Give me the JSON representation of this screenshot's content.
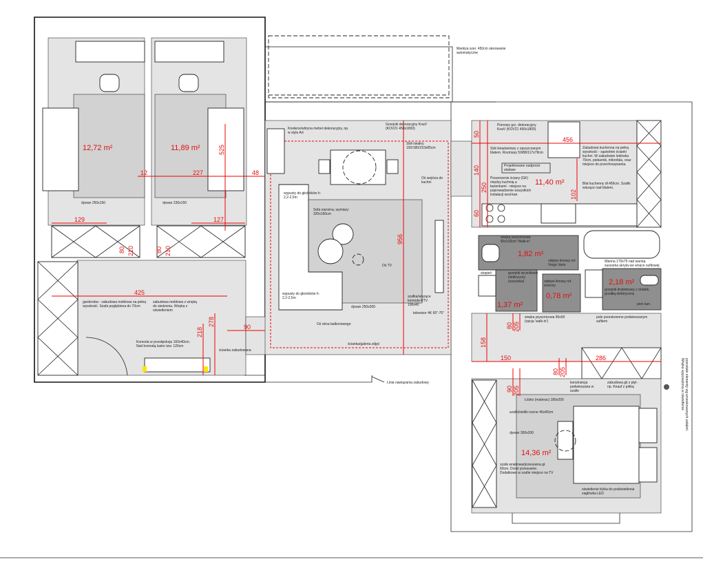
{
  "rooms": {
    "bedroom1_area": "12,72 m²",
    "bedroom2_area": "11,89 m²",
    "kitchen_area": "11,40 m²",
    "bathroom_small_area": "1,82 m²",
    "wc_area": "1,37 m²",
    "shower_area": "0,78 m²",
    "bathroom_area": "2,18 m²",
    "master_area": "14,36 m²"
  },
  "dimensions": {
    "d129": "129",
    "d127": "127",
    "d12": "12",
    "d227": "227",
    "d48": "48",
    "d525": "525",
    "d425": "425",
    "d218": "218",
    "d278": "278",
    "d90a": "90",
    "d80a": "80",
    "d210a": "210",
    "d80b": "80",
    "d210b": "210",
    "d456": "456",
    "d50": "50",
    "d140": "140",
    "d250": "250",
    "d102": "102",
    "d60": "60",
    "d956": "956",
    "d80c": "80",
    "d205a": "205",
    "d158": "158",
    "d150": "150",
    "d286": "286",
    "d90b": "90",
    "d205b": "205",
    "d80d": "80",
    "d205c": "205"
  },
  "notes": {
    "markiza": "Markiza szer. 450cm sterowanie automatyczne",
    "dywan1": "dywan 250x150",
    "dywan2": "dywan 230x150",
    "garderoba": "garderoba - zabudowa meblowa na pełną wysokość. Szafa pogłębiona do 70cm",
    "zabudowa_hall": "zabudowa meblowa z wnęką do siedzenia. Wnęka z oświetleniem",
    "komoda": "Komoda w przedpokoju 160x40cm. Nad komodą lustro tzw. 120cm",
    "scianka": "ścianka zabudowana",
    "linia": "Linia nawiązania zabudowy",
    "witryna": "Kredens/witryna mebel dekoracyjny, np. w stylu Art",
    "grzejnik_living": "Grzejnik dekoracyjny KoaV (KOV21 450x1800)",
    "stol": "Stół owalny 150/180/210x85cm",
    "wejscie_kuchnia": "Oś wejścia do kuchni",
    "wypusty1": "wypusty do głośników h: 2,2-2,5m",
    "sofa": "Sofa narożna, wymiary: 320x160cm",
    "wypusty2": "wypusty do głośników h: 2,2-2,5m",
    "os_tv": "Oś TV",
    "dywan_living": "dywan 250x300",
    "szafka_tv": "szafka/wiszące komoda RTV 196x40",
    "telewizor": "telewizor 4K 65\"-75\"",
    "os_okna": "Oś okna balkonowego",
    "galeria": "ścianka/galeria zdjęć",
    "grzejnik_kitchen": "Pionowy grz. dekoracyjny KoaV (KOV21 450x1800)",
    "stol_kitchen": "Stół śniadaniowy z opuszczanym blatem. Rozmiary 59/88/117x78cm",
    "nadproze": "Projektowane nadproże stalowe",
    "zabudowa_kuchni": "Zabudowa kuchenna na pełną wysokość - sąsiednie ścianki kuchni. W zabudowie lodówka 70cm, piekarnik, mikrofala, oraz miejsce do przechowywania.",
    "blat": "Blat kuchenny dł.456cm. Szafki wiszące nad blatem.",
    "poszerzenie": "Poszerzenie ściany (GK) między kuchnią a łazienkami - miejsce na poprowadzenie wszystkich instalacji wod-kan",
    "walk_in": "wnęka prysznicowa 80x100cm 'Walk-in'",
    "odplyw": "odpływ liniowy ref. Viega Vario",
    "stopien": "stopień",
    "grzejnik_wc": "grzejnik ręcznikowy elektryczny (suszarka)",
    "odplyw2": "odpływ liniowy ref. ścienny",
    "wanna": "Wanna 170x75 nad wanną suszarka ukryta we wnęce sufitowej",
    "grzejnik_bath": "grzejnik drabinkowy z dodatk. grzałką elektryczną",
    "pion": "pion kan.",
    "wneka90": "wnęka prysznicowa 90x90 (opcja 'walk-in')",
    "pole_przestrzenne": "pole przestrzenne podwieszanym sufitem",
    "konstrukcja": "konstrukcja podwieszana w szafie",
    "zabudowa_gk": "zabudowa gk z płyt - np. Knauf z półką",
    "lozko": "Łóżko (materac) 180x200",
    "szafki_nocne": "szafki/stoliki nocne 45x40cm",
    "dywan_master": "dywan 300x200",
    "szafa_master": "szafa wnękowa/przesuwna gł. 60cm. Drzwi przesuwne. Dodatkowo w szafie miejsce na TV",
    "oswietlenie": "oświetlenie łóżka do podświetlenia zagłówka LED",
    "side_note": "pozostałe elementy wg wnioskowanych ustaleń. Wnęka wyposażona w oświetlenie"
  }
}
